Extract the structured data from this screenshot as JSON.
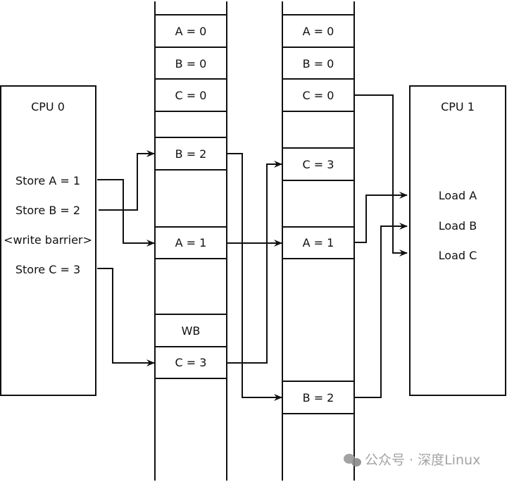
{
  "cpu0": {
    "title": "CPU 0",
    "ops": [
      "Store A = 1",
      "Store B = 2",
      "<write barrier>",
      "Store C = 3"
    ]
  },
  "store_buffer": {
    "initial": [
      "A = 0",
      "B = 0",
      "C = 0"
    ],
    "entries": [
      "B = 2",
      "A = 1",
      "WB",
      "C = 3"
    ]
  },
  "cache": {
    "initial": [
      "A = 0",
      "B = 0",
      "C = 0"
    ],
    "entries": [
      "C = 3",
      "A = 1",
      "B = 2"
    ]
  },
  "cpu1": {
    "title": "CPU 1",
    "ops": [
      "Load A",
      "Load B",
      "Load C"
    ]
  },
  "watermark": {
    "text": "公众号 · 深度Linux",
    "icon": "wechat-icon"
  },
  "colors": {
    "line": "#111111",
    "background": "#ffffff",
    "watermark": "#9a9a9a"
  }
}
